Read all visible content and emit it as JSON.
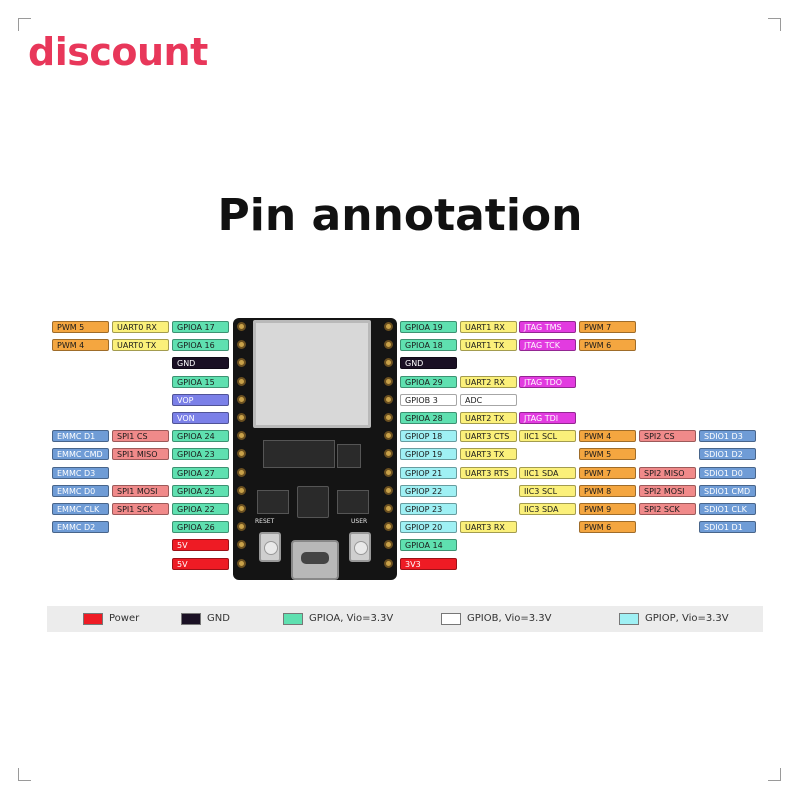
{
  "brand": "discount",
  "title": "Pin annotation",
  "board": {
    "reset_label": "RESET",
    "user_label": "USER"
  },
  "colors": {
    "pwm": "#f4a640",
    "uart": "#fbf07a",
    "gpioa": "#5fe0b0",
    "gnd": "#1a1024",
    "power": "#ee1b24",
    "vo": "#7b80e8",
    "emmc": "#6f9cd6",
    "spi": "#f08a8a",
    "jtag": "#e23be0",
    "gpiob": "#ffffff",
    "gpiop": "#9ff0f4",
    "adc": "#ffffff"
  },
  "left_rows": [
    [
      {
        "t": "PWM 5",
        "c": "pwm"
      },
      {
        "t": "UART0 RX",
        "c": "uart"
      },
      {
        "t": "GPIOA 17",
        "c": "gpioa"
      }
    ],
    [
      {
        "t": "PWM 4",
        "c": "pwm"
      },
      {
        "t": "UART0 TX",
        "c": "uart"
      },
      {
        "t": "GPIOA 16",
        "c": "gpioa"
      }
    ],
    [
      null,
      null,
      {
        "t": "GND",
        "c": "gnd"
      }
    ],
    [
      null,
      null,
      {
        "t": "GPIOA 15",
        "c": "gpioa"
      }
    ],
    [
      null,
      null,
      {
        "t": "VOP",
        "c": "vo"
      }
    ],
    [
      null,
      null,
      {
        "t": "VON",
        "c": "vo"
      }
    ],
    [
      {
        "t": "EMMC D1",
        "c": "emmc"
      },
      {
        "t": "SPI1 CS",
        "c": "spi"
      },
      {
        "t": "GPIOA 24",
        "c": "gpioa"
      }
    ],
    [
      {
        "t": "EMMC CMD",
        "c": "emmc"
      },
      {
        "t": "SPI1 MISO",
        "c": "spi"
      },
      {
        "t": "GPIOA 23",
        "c": "gpioa"
      }
    ],
    [
      {
        "t": "EMMC D3",
        "c": "emmc"
      },
      null,
      {
        "t": "GPIOA 27",
        "c": "gpioa"
      }
    ],
    [
      {
        "t": "EMMC D0",
        "c": "emmc"
      },
      {
        "t": "SPI1 MOSI",
        "c": "spi"
      },
      {
        "t": "GPIOA 25",
        "c": "gpioa"
      }
    ],
    [
      {
        "t": "EMMC CLK",
        "c": "emmc"
      },
      {
        "t": "SPI1 SCK",
        "c": "spi"
      },
      {
        "t": "GPIOA 22",
        "c": "gpioa"
      }
    ],
    [
      {
        "t": "EMMC D2",
        "c": "emmc"
      },
      null,
      {
        "t": "GPIOA 26",
        "c": "gpioa"
      }
    ],
    [
      null,
      null,
      {
        "t": "5V",
        "c": "power"
      }
    ],
    [
      null,
      null,
      {
        "t": "5V",
        "c": "power"
      }
    ]
  ],
  "right_rows": [
    [
      {
        "t": "GPIOA 19",
        "c": "gpioa"
      },
      {
        "t": "UART1 RX",
        "c": "uart"
      },
      {
        "t": "JTAG TMS",
        "c": "jtag"
      },
      {
        "t": "PWM 7",
        "c": "pwm"
      },
      null,
      null
    ],
    [
      {
        "t": "GPIOA 18",
        "c": "gpioa"
      },
      {
        "t": "UART1 TX",
        "c": "uart"
      },
      {
        "t": "JTAG TCK",
        "c": "jtag"
      },
      {
        "t": "PWM 6",
        "c": "pwm"
      },
      null,
      null
    ],
    [
      {
        "t": "GND",
        "c": "gnd"
      },
      null,
      null,
      null,
      null,
      null
    ],
    [
      {
        "t": "GPIOA 29",
        "c": "gpioa"
      },
      {
        "t": "UART2 RX",
        "c": "uart"
      },
      {
        "t": "JTAG TDO",
        "c": "jtag"
      },
      null,
      null,
      null
    ],
    [
      {
        "t": "GPIOB 3",
        "c": "gpiob"
      },
      {
        "t": "ADC",
        "c": "adc"
      },
      null,
      null,
      null,
      null
    ],
    [
      {
        "t": "GPIOA 28",
        "c": "gpioa"
      },
      {
        "t": "UART2 TX",
        "c": "uart"
      },
      {
        "t": "JTAG TDI",
        "c": "jtag"
      },
      null,
      null,
      null
    ],
    [
      {
        "t": "GPIOP 18",
        "c": "gpiop"
      },
      {
        "t": "UART3 CTS",
        "c": "uart"
      },
      {
        "t": "IIC1 SCL",
        "c": "uart"
      },
      {
        "t": "PWM 4",
        "c": "pwm"
      },
      {
        "t": "SPI2 CS",
        "c": "spi"
      },
      {
        "t": "SDIO1 D3",
        "c": "emmc"
      }
    ],
    [
      {
        "t": "GPIOP 19",
        "c": "gpiop"
      },
      {
        "t": "UART3 TX",
        "c": "uart"
      },
      null,
      {
        "t": "PWM 5",
        "c": "pwm"
      },
      null,
      {
        "t": "SDIO1 D2",
        "c": "emmc"
      }
    ],
    [
      {
        "t": "GPIOP 21",
        "c": "gpiop"
      },
      {
        "t": "UART3 RTS",
        "c": "uart"
      },
      {
        "t": "IIC1 SDA",
        "c": "uart"
      },
      {
        "t": "PWM 7",
        "c": "pwm"
      },
      {
        "t": "SPI2 MISO",
        "c": "spi"
      },
      {
        "t": "SDIO1 D0",
        "c": "emmc"
      }
    ],
    [
      {
        "t": "GPIOP 22",
        "c": "gpiop"
      },
      null,
      {
        "t": "IIC3 SCL",
        "c": "uart"
      },
      {
        "t": "PWM 8",
        "c": "pwm"
      },
      {
        "t": "SPI2 MOSI",
        "c": "spi"
      },
      {
        "t": "SDIO1 CMD",
        "c": "emmc"
      }
    ],
    [
      {
        "t": "GPIOP 23",
        "c": "gpiop"
      },
      null,
      {
        "t": "IIC3 SDA",
        "c": "uart"
      },
      {
        "t": "PWM 9",
        "c": "pwm"
      },
      {
        "t": "SPI2 SCK",
        "c": "spi"
      },
      {
        "t": "SDIO1 CLK",
        "c": "emmc"
      }
    ],
    [
      {
        "t": "GPIOP 20",
        "c": "gpiop"
      },
      {
        "t": "UART3 RX",
        "c": "uart"
      },
      null,
      {
        "t": "PWM 6",
        "c": "pwm"
      },
      null,
      {
        "t": "SDIO1 D1",
        "c": "emmc"
      }
    ],
    [
      {
        "t": "GPIOA 14",
        "c": "gpioa"
      },
      null,
      null,
      null,
      null,
      null
    ],
    [
      {
        "t": "3V3",
        "c": "power"
      },
      null,
      null,
      null,
      null,
      null
    ]
  ],
  "legend": [
    {
      "label": "Power",
      "c": "power"
    },
    {
      "label": "GND",
      "c": "gnd"
    },
    {
      "label": "GPIOA, Vio=3.3V",
      "c": "gpioa"
    },
    {
      "label": "GPIOB, Vio=3.3V",
      "c": "gpiob"
    },
    {
      "label": "GPIOP, Vio=3.3V",
      "c": "gpiop"
    }
  ]
}
